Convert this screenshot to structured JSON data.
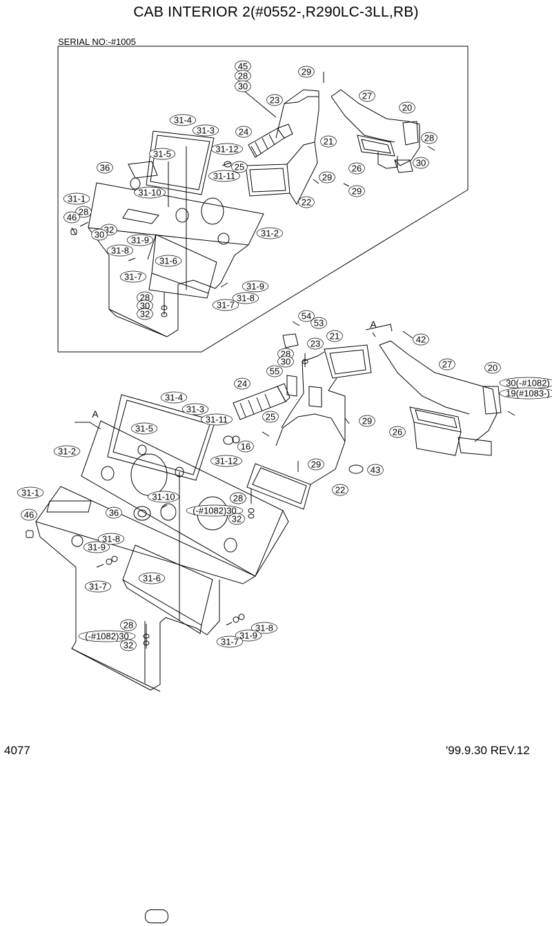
{
  "title": "CAB INTERIOR 2(#0552-,R290LC-3LL,RB)",
  "serial_note": "SERIAL NO:-#1005",
  "footer": {
    "page_number": "4077",
    "revision": "'99.9.30 REV.12"
  },
  "view_a_label": "A",
  "upper_callouts": [
    "45",
    "28",
    "30",
    "29",
    "23",
    "27",
    "20",
    "28",
    "30",
    "24",
    "21",
    "31-4",
    "31-3",
    "31-5",
    "31-12",
    "25",
    "31-11",
    "36",
    "26",
    "29",
    "29",
    "31-10",
    "22",
    "31-1",
    "28",
    "46",
    "32",
    "30",
    "31-2",
    "31-9",
    "31-8",
    "31-6",
    "31-7",
    "31-9",
    "31-8",
    "31-7",
    "28",
    "30",
    "32"
  ],
  "lower_callouts": [
    "54",
    "53",
    "21",
    "42",
    "28",
    "23",
    "30",
    "27",
    "55",
    "20",
    "24",
    "30(-#1082)",
    "19(#1083-)",
    "31-4",
    "25",
    "29",
    "31-3",
    "26",
    "28",
    "31-11",
    "16",
    "31-5",
    "31-12",
    "29",
    "43",
    "31-2",
    "22",
    "31-1",
    "31-10",
    "28",
    "46",
    "36",
    "(-#1082)30",
    "32",
    "31-8",
    "31-9",
    "31-6",
    "31-7",
    "28",
    "31-8",
    "(-#1082)30",
    "31-9",
    "32",
    "31-7"
  ],
  "colors": {
    "line": "#000000",
    "background": "#ffffff"
  }
}
